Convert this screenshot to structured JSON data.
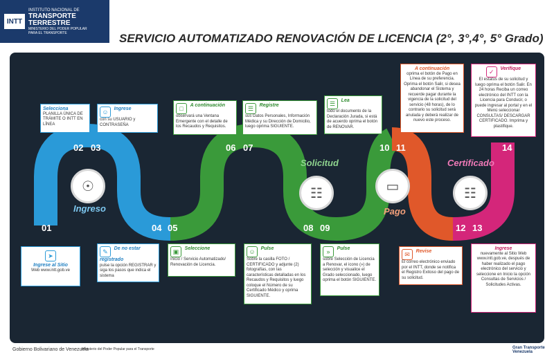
{
  "logo": {
    "box": "INTT",
    "line1": "INSTITUTO NACIONAL DE",
    "line2": "TRANSPORTE",
    "line3": "TERRESTRE",
    "line4": "MINISTERIO DEL PODER POPULAR",
    "line5": "PARA EL TRANSPORTE"
  },
  "title": "SERVICIO AUTOMATIZADO RENOVACIÓN DE LICENCIA (2°, 3°,4°, 5° Grado)",
  "colors": {
    "blue": "#2a9ad8",
    "green": "#3a9a3a",
    "orange": "#e0582a",
    "pink": "#d4267a",
    "panel": "#1a2633"
  },
  "stages": {
    "ingreso": "Ingreso",
    "solicitud": "Solicitud",
    "pago": "Pago",
    "certificado": "Certificado"
  },
  "numbers": {
    "n01": "01",
    "n02": "02",
    "n03": "03",
    "n04": "04",
    "n05": "05",
    "n06": "06",
    "n07": "07",
    "n08": "08",
    "n09": "09",
    "n10": "10",
    "n11": "11",
    "n12": "12",
    "n13": "13",
    "n14": "14"
  },
  "steps": {
    "s01": {
      "head": "Ingrese al Sitio",
      "body": "Web www.intt.gob.ve",
      "icon": "cursor-icon"
    },
    "s02": {
      "head": "Selecciona",
      "body": "PLANILLA ÚNICA DE TRÁMITE O INTT EN LÍNEA"
    },
    "s03": {
      "head": "Ingrese",
      "body": "con su USUARIO y CONTRASEÑA",
      "icon": "user-icon"
    },
    "s04": {
      "head": "De no estar registrado",
      "body": "pulse la opción REGISTRAR y siga los pasos que indica el sistema",
      "icon": "register-icon"
    },
    "s05": {
      "head": "Seleccione",
      "body": "Inicio / Servicio Automatizado/ Renovación de Licencia.",
      "icon": "license-icon"
    },
    "s06": {
      "head": "A continuación",
      "body": "observará una Ventana Emergente con el detalle de los Recaudos y Requisitos.",
      "icon": "window-icon"
    },
    "s07": {
      "head": "Registre",
      "body": "sus Datos Personales, Información Médica y su Dirección de Domicilio, luego oprima SIGUIENTE.",
      "icon": "form-icon"
    },
    "s08": {
      "head": "Pulse",
      "body": "Sobre la casilla FOTO / CERTIFICADO y adjunte (2) fotografías, con las características detalladas en los Recaudos y Requisitos y luego coloque el Número de su Certificado Médico y oprima SIGUIENTE.",
      "icon": "photo-icon"
    },
    "s09": {
      "head": "Pulse",
      "body": "sobre Selección de Licencia a Renovar, el icono (») de selección y visualice el Grado seleccionado, luego oprima el botón SIGUIENTE.",
      "icon": "select-icon"
    },
    "s10": {
      "head": "Lea",
      "body": "todo el documento de la Declaración Jurada, si está de acuerdo oprima el botón de RENOVAR.",
      "icon": "document-icon"
    },
    "s11": {
      "head": "A continuación",
      "body": "oprima el botón de Pago en Línea de su preferencia. Oprima el botón Salir, si desea abandonar el Sistema y recuerde pagar durante la vigencia de la solicitud del servicio (48 horas), de lo contrario su solicitud será anulada y deberá realizar de nuevo este proceso."
    },
    "s12": {
      "head": "Revise",
      "body": "El correo electrónico enviado por el INTT, donde se notifica el Registro Exitoso del pago de su solicitud.",
      "icon": "mail-icon"
    },
    "s13": {
      "head": "Ingrese",
      "body": "nuevamente al Sitio Web www.intt.gob.ve, después de haber realizado el pago electrónico del servicio y seleccione en Inicio la opción Consultas de Servicios / Solicitudes Activas."
    },
    "s14": {
      "head": "Verifique",
      "body": "El estatus de su solicitud y luego oprima el botón Salir. En 24 horas Reciba un correo electrónico del INTT con la Licencia para Conducir, o puede ingresar al portal y en el Menú seleccionar CONSULTAS/ DESCARGAR CERTIFICADO. Imprima y plastifique.",
      "icon": "check-icon"
    }
  },
  "footer": {
    "gov": "Gobierno Bolivariano de Venezuela",
    "ministry": "Ministerio del Poder Popular para el Transporte",
    "gt": "Gran Transporte Venezuela"
  }
}
